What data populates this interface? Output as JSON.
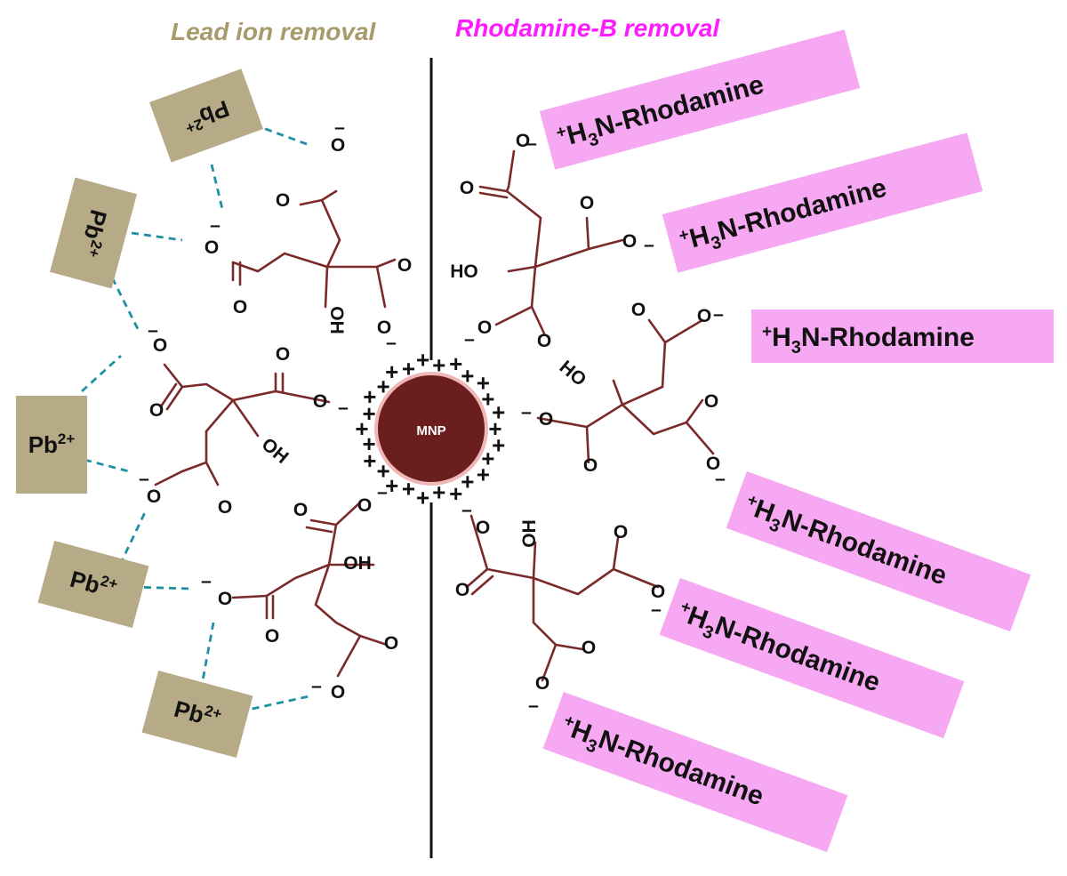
{
  "colors": {
    "lead_heading": "#a89a6a",
    "rhodamine_heading": "#ff1aff",
    "pb_box": "#b7aa86",
    "rhodamine_box": "#f6a8f2",
    "bond": "#7a2a2a",
    "interaction_dash": "#1f8fa3",
    "nanoparticle": "#6b1e1e"
  },
  "headings": {
    "left": "Lead ion removal",
    "right": "Rhodamine-B removal"
  },
  "nanoparticle": {
    "label": "MNP",
    "surface_charge": "+"
  },
  "pb_label": {
    "base": "Pb",
    "sup": "2+"
  },
  "rhodamine_label": {
    "sup": "+",
    "h": "H",
    "sub": "3",
    "rest": "N-Rhodamine"
  },
  "atoms": {
    "oxygen": "O",
    "hydroxyl": "OH",
    "hydroxyl_left": "HO",
    "minus": "–"
  }
}
